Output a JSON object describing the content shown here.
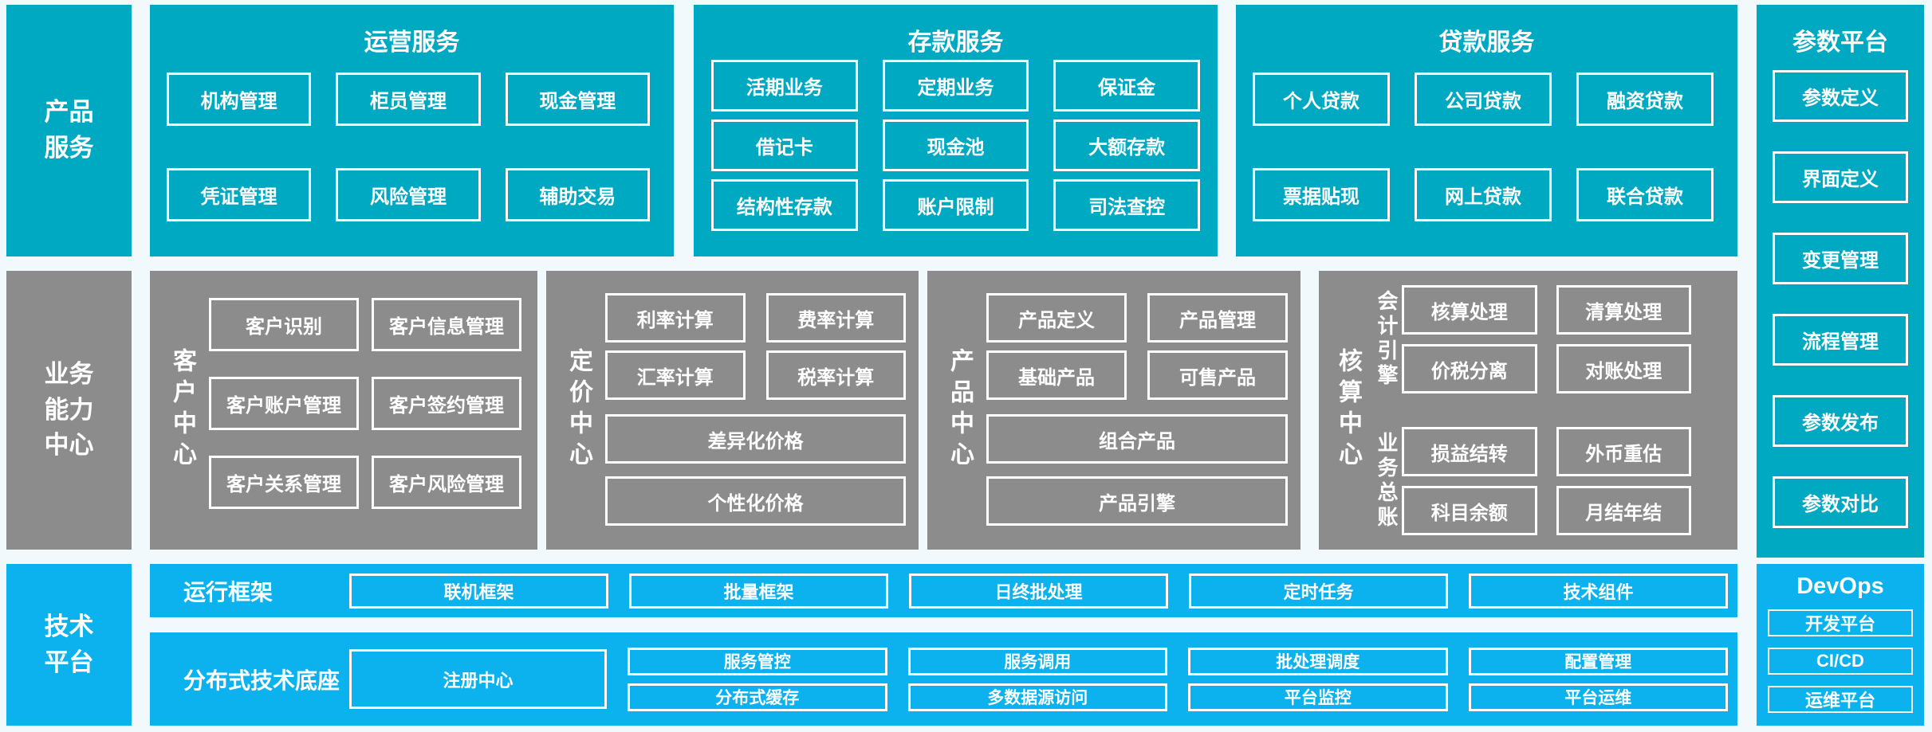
{
  "colors": {
    "teal": "#00a9c2",
    "gray": "#8c8c8c",
    "blue": "#0bb2ee",
    "background": "#f1f9fc",
    "box_border": "#ffffff",
    "text": "#ffffff"
  },
  "row1": {
    "side_label": [
      "产品",
      "服务"
    ],
    "sections": [
      {
        "title": "运营服务",
        "items": [
          "机构管理",
          "柜员管理",
          "现金管理",
          "凭证管理",
          "风险管理",
          "辅助交易"
        ]
      },
      {
        "title": "存款服务",
        "items": [
          "活期业务",
          "定期业务",
          "保证金",
          "借记卡",
          "现金池",
          "大额存款",
          "结构性存款",
          "账户限制",
          "司法查控"
        ]
      },
      {
        "title": "贷款服务",
        "items": [
          "个人贷款",
          "公司贷款",
          "融资贷款",
          "票据贴现",
          "网上贷款",
          "联合贷款"
        ]
      }
    ]
  },
  "param_platform": {
    "title": "参数平台",
    "items": [
      "参数定义",
      "界面定义",
      "变更管理",
      "流程管理",
      "参数发布",
      "参数对比"
    ]
  },
  "row2": {
    "side_label": [
      "业务",
      "能力",
      "中心"
    ],
    "customer_center": {
      "label": "客户中心",
      "items": [
        "客户识别",
        "客户信息管理",
        "客户账户管理",
        "客户签约管理",
        "客户关系管理",
        "客户风险管理"
      ]
    },
    "pricing_center": {
      "label": "定价中心",
      "small_items": [
        "利率计算",
        "费率计算",
        "汇率计算",
        "税率计算"
      ],
      "wide_items": [
        "差异化价格",
        "个性化价格"
      ]
    },
    "product_center": {
      "label": "产品中心",
      "small_items": [
        "产品定义",
        "产品管理",
        "基础产品",
        "可售产品"
      ],
      "wide_items": [
        "组合产品",
        "产品引擎"
      ]
    },
    "accounting_center": {
      "label": "核算中心",
      "groups": [
        {
          "label": "会计引擎",
          "items": [
            "核算处理",
            "清算处理",
            "价税分离",
            "对账处理"
          ]
        },
        {
          "label": "业务总账",
          "items": [
            "损益结转",
            "外币重估",
            "科目余额",
            "月结年结"
          ]
        }
      ]
    }
  },
  "row3": {
    "side_label": [
      "技术",
      "平台"
    ],
    "run_framework": {
      "label": "运行框架",
      "items": [
        "联机框架",
        "批量框架",
        "日终批处理",
        "定时任务",
        "技术组件"
      ]
    },
    "distributed_base": {
      "label": "分布式技术底座",
      "registry": "注册中心",
      "items": [
        "服务管控",
        "服务调用",
        "批处理调度",
        "配置管理",
        "分布式缓存",
        "多数据源访问",
        "平台监控",
        "平台运维"
      ]
    },
    "devops": {
      "title": "DevOps",
      "items": [
        "开发平台",
        "CI/CD",
        "运维平台"
      ]
    }
  }
}
